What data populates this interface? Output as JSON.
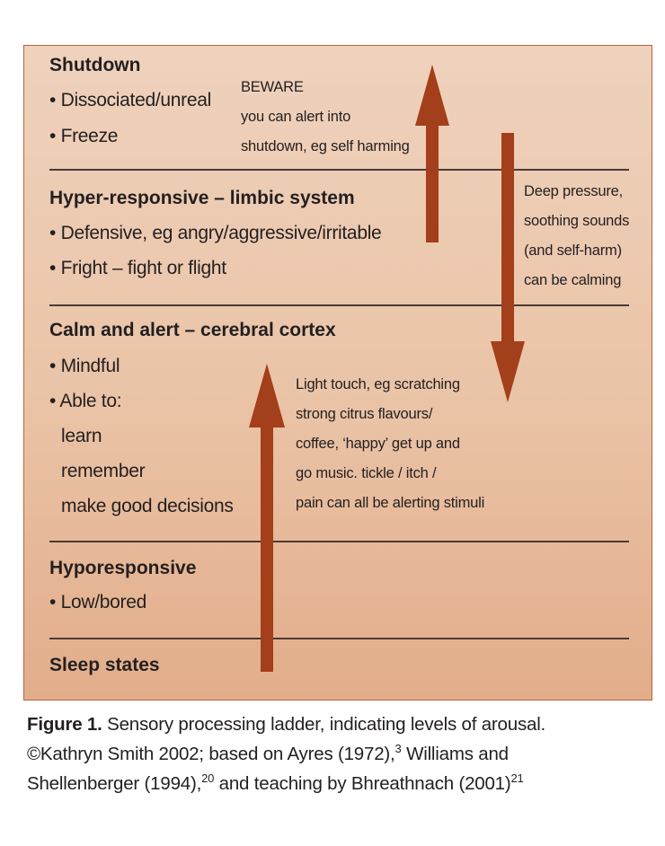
{
  "levels": [
    {
      "title": "Shutdown",
      "items": [
        "• Dissociated/unreal",
        "• Freeze"
      ]
    },
    {
      "title": "Hyper-responsive – limbic system",
      "items": [
        "• Defensive, eg angry/aggressive/irritable",
        "• Fright – fight or flight"
      ]
    },
    {
      "title": "Calm and alert – cerebral cortex",
      "items": [
        "• Mindful",
        "• Able to:",
        "learn",
        "remember",
        "make good decisions"
      ]
    },
    {
      "title": "Hyporesponsive",
      "items": [
        "• Low/bored"
      ]
    },
    {
      "title": "Sleep states",
      "items": []
    }
  ],
  "notes": {
    "beware": [
      "BEWARE",
      "you can alert into",
      "shutdown, eg self harming"
    ],
    "calming": [
      "Deep pressure,",
      "soothing sounds",
      "(and self-harm)",
      "can be calming"
    ],
    "alerting": [
      "Light touch, eg scratching",
      "strong citrus flavours/",
      "coffee, ‘happy’ get up and",
      "go music. tickle / itch /",
      "pain can all be alerting stimuli"
    ]
  },
  "caption": {
    "label": "Figure 1.",
    "text1": " Sensory processing ladder, indicating levels of arousal. ©Kathryn Smith 2002; based on Ayres (1972),",
    "ref1": "3",
    "text2": " Williams and Shellenberger (1994),",
    "ref2": "20",
    "text3": " and teaching by Bhreathnach (2001)",
    "ref3": "21"
  },
  "colors": {
    "arrow": "#a33f1a",
    "box_top": "#efd2bd",
    "box_bottom": "#e2ad8a"
  }
}
